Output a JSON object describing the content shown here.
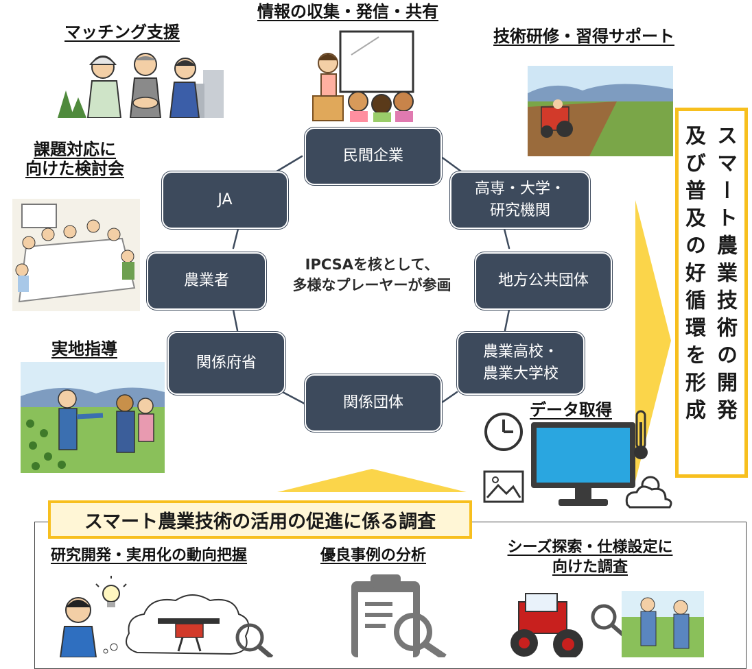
{
  "headings": {
    "info_sharing": "情報の収集・発信・共有",
    "matching": "マッチング支援",
    "training": "技術研修・習得サポート",
    "meeting_line1": "課題対応に",
    "meeting_line2": "向けた検討会",
    "field_guidance": "実地指導",
    "data_acquisition": "データ取得"
  },
  "nodes": {
    "private_companies": "民間企業",
    "colleges": "高専・大学・\n研究機関",
    "local_governments": "地方公共団体",
    "ag_schools": "農業高校・\n農業大学校",
    "related_orgs": "関係団体",
    "ministries": "関係府省",
    "farmers": "農業者",
    "ja": "JA"
  },
  "center": {
    "line1": "IPCSAを核として、",
    "line2": "多様なプレーヤーが参画"
  },
  "banner": {
    "column1": "スマート農業技術の開発",
    "column2": "及び普及の好循環を形成"
  },
  "survey": {
    "title": "スマート農業技術の活用の促進に係る調査",
    "item1": "研究開発・実用化の動向把握",
    "item2": "優良事例の分析",
    "item3_line1": "シーズ探索・仕様設定に",
    "item3_line2": "向けた調査"
  },
  "colors": {
    "node_fill": "#3d4a5c",
    "accent_yellow": "#f7bf1e",
    "arrow_yellow": "#fbd54a"
  },
  "icons": [
    "clock-icon",
    "thermometer-icon",
    "monitor-icon",
    "image-icon",
    "weather-icon",
    "lightbulb-icon",
    "magnifier-icon",
    "clipboard-icon",
    "drone-icon",
    "tractor-icon"
  ]
}
